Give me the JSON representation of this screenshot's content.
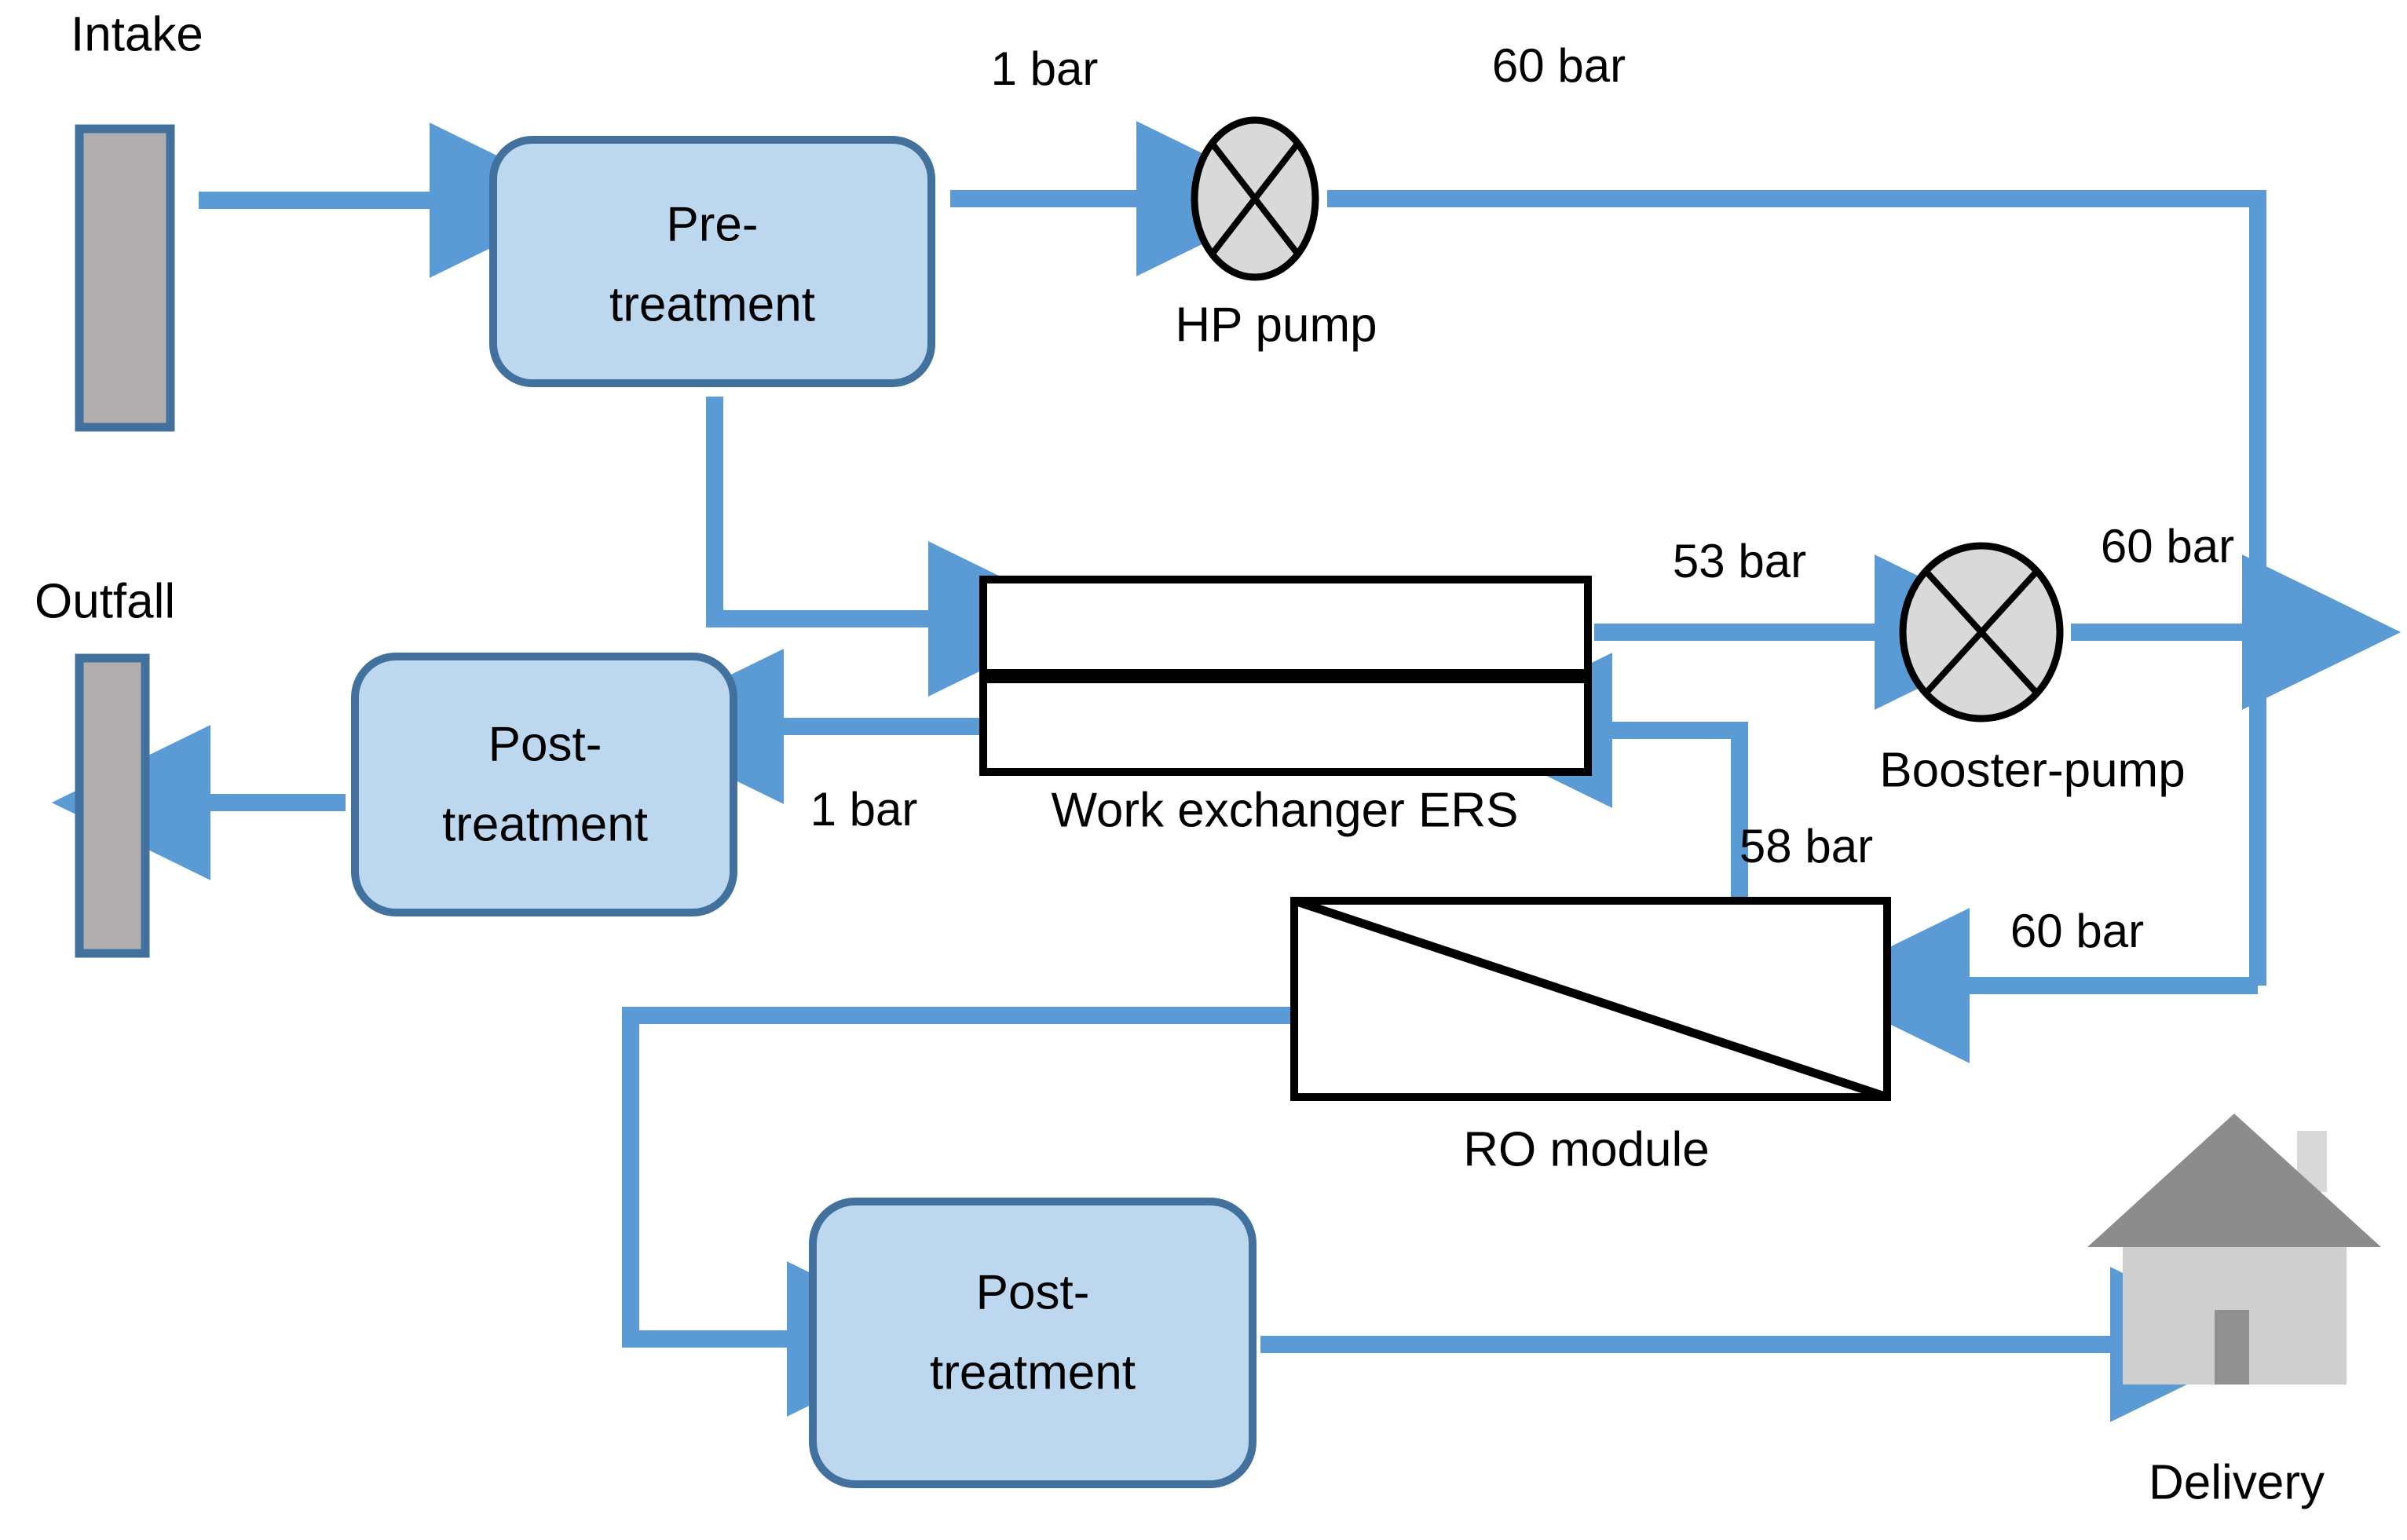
{
  "diagram": {
    "title": "Seawater reverse osmosis desalination process flow with work exchanger energy recovery",
    "colors": {
      "flow_arrow": "#5B9BD5",
      "box_fill": "#BDD7EE",
      "box_stroke": "#41719C",
      "bar_fill": "#AFADAD",
      "bar_stroke": "#41719C",
      "pump_fill": "#D9D9D9",
      "pump_stroke": "#000000",
      "equipment_stroke": "#000000",
      "house_roof": "#8C8C8C",
      "house_body": "#CFCFCF",
      "house_door": "#909090",
      "house_chimney": "#D8D8D8",
      "text": "#000000",
      "background": "#FFFFFF"
    },
    "endpoints": [
      {
        "id": "intake",
        "label": "Intake",
        "icon": "vertical-bar-icon"
      },
      {
        "id": "outfall",
        "label": "Outfall",
        "icon": "vertical-bar-icon"
      },
      {
        "id": "delivery",
        "label": "Delivery",
        "icon": "house-icon"
      }
    ],
    "nodes": [
      {
        "id": "pre-treatment",
        "line1": "Pre-",
        "line2": "treatment",
        "shape": "rounded-rect"
      },
      {
        "id": "post-treatment-brine",
        "line1": "Post-",
        "line2": "treatment",
        "shape": "rounded-rect"
      },
      {
        "id": "post-treatment-permeate",
        "line1": "Post-",
        "line2": "treatment",
        "shape": "rounded-rect"
      }
    ],
    "devices": [
      {
        "id": "hp-pump",
        "label": "HP pump",
        "shape": "ellipse-with-x"
      },
      {
        "id": "booster-pump",
        "label": "Booster-pump",
        "shape": "ellipse-with-x"
      },
      {
        "id": "work-exchanger",
        "label": "Work exchanger ERS",
        "shape": "split-rectangle"
      },
      {
        "id": "ro-module",
        "label": "RO module",
        "shape": "rectangle-with-diagonal"
      }
    ],
    "pressure_labels": [
      {
        "id": "p-pretreat-to-hp",
        "value": "1 bar"
      },
      {
        "id": "p-hp-out",
        "value": "60 bar"
      },
      {
        "id": "p-ers-to-booster",
        "value": "53 bar"
      },
      {
        "id": "p-booster-out",
        "value": "60 bar"
      },
      {
        "id": "p-ers-to-post",
        "value": "1 bar"
      },
      {
        "id": "p-ro-brine-to-ers",
        "value": "58 bar"
      },
      {
        "id": "p-feed-to-ro",
        "value": "60 bar"
      }
    ]
  }
}
